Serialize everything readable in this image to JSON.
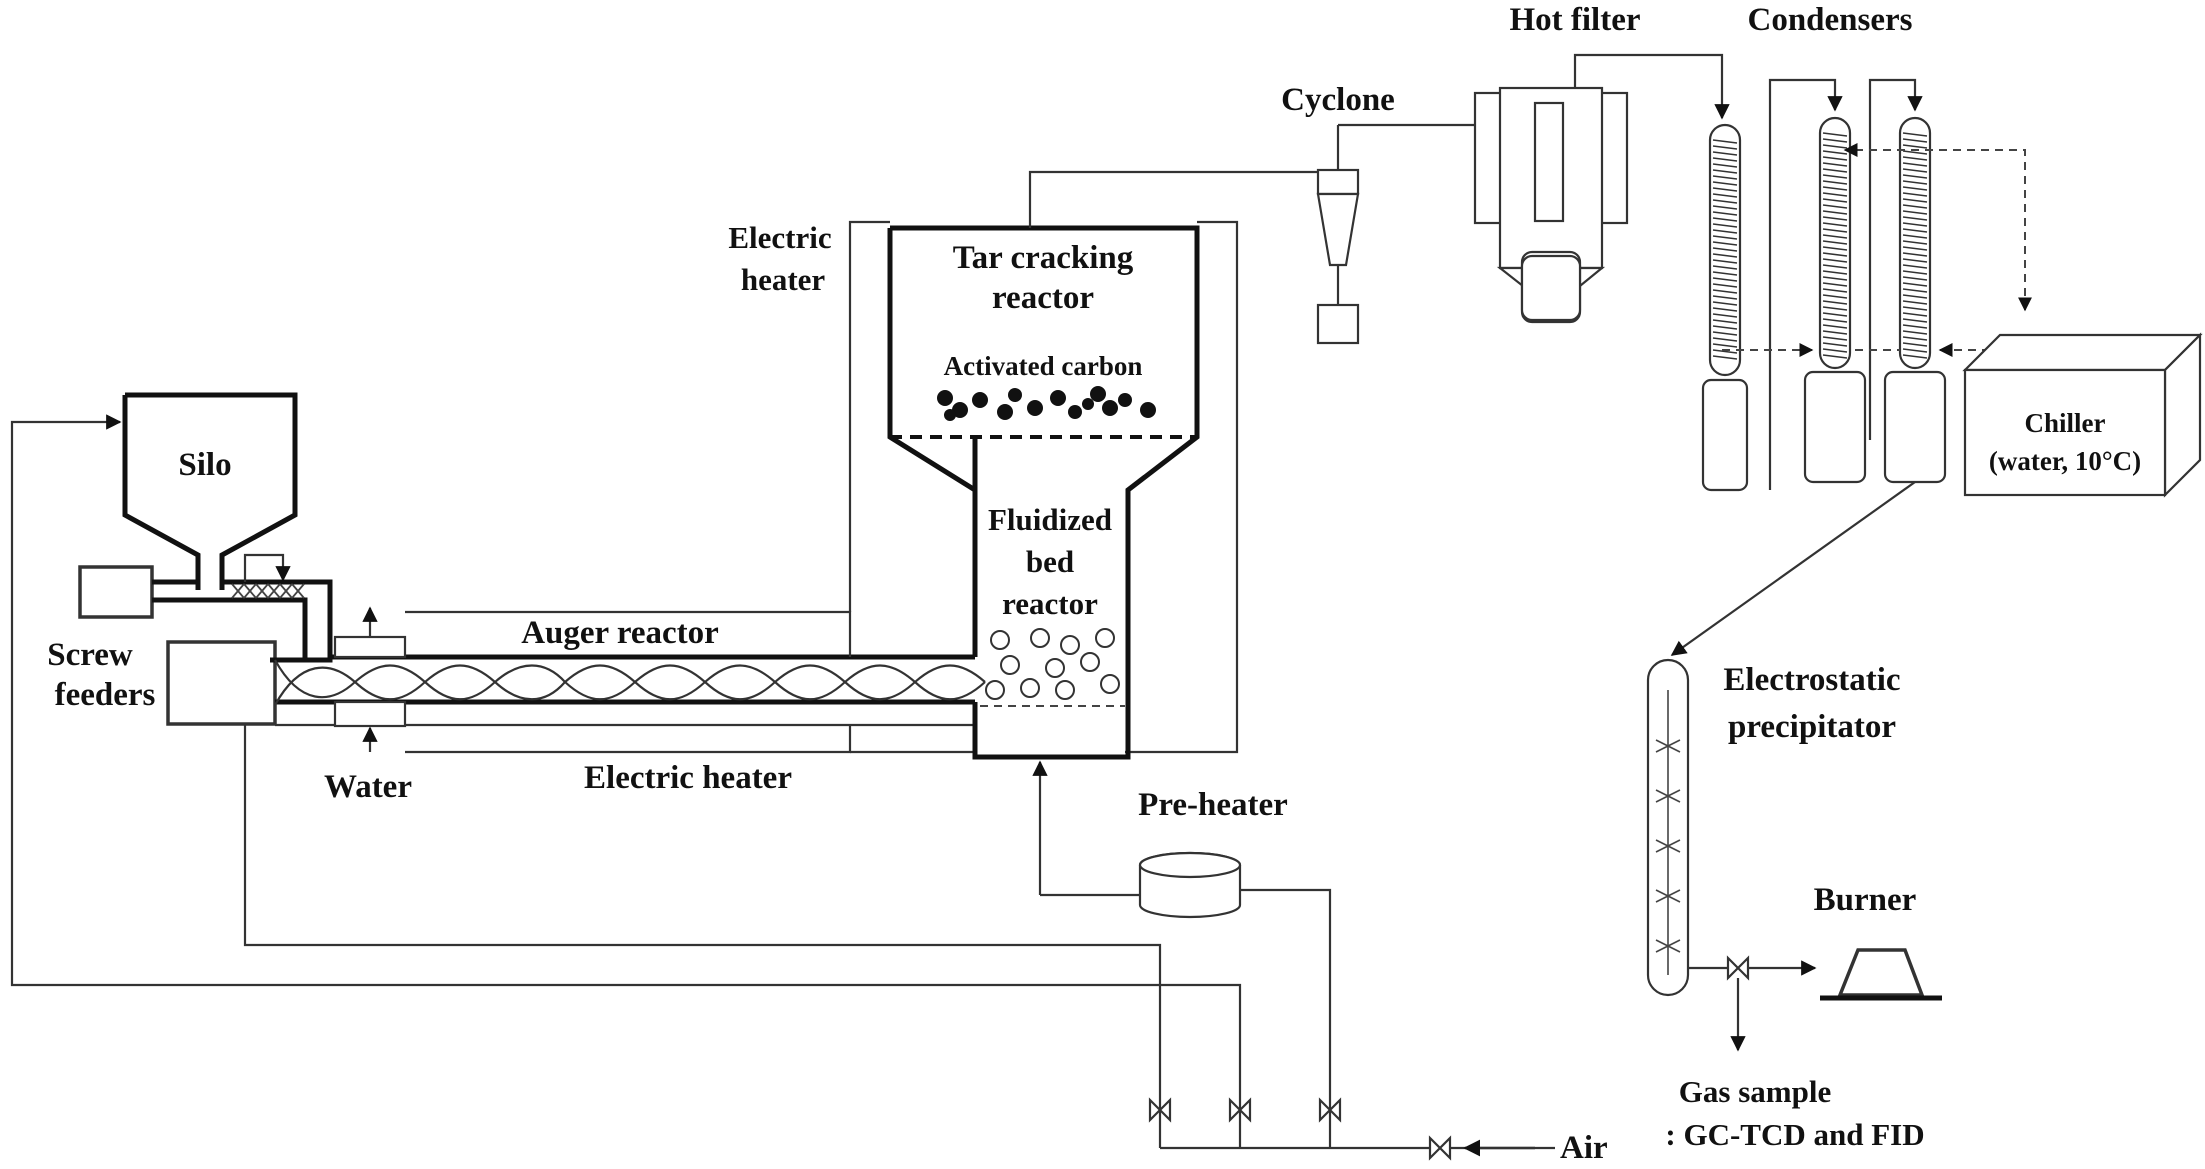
{
  "labels": {
    "silo": "Silo",
    "screw_feeders_1": "Screw",
    "screw_feeders_2": "feeders",
    "water": "Water",
    "auger_reactor": "Auger reactor",
    "electric_heater_bottom": "Electric heater",
    "electric_heater_side_1": "Electric",
    "electric_heater_side_2": "heater",
    "tar_cracking_1": "Tar cracking",
    "tar_cracking_2": "reactor",
    "activated_carbon": "Activated carbon",
    "fluidized_1": "Fluidized",
    "fluidized_2": "bed",
    "fluidized_3": "reactor",
    "cyclone": "Cyclone",
    "hot_filter": "Hot filter",
    "condensers": "Condensers",
    "chiller_1": "Chiller",
    "chiller_2": "(water, 10°C)",
    "electrostatic_1": "Electrostatic",
    "electrostatic_2": "precipitator",
    "burner": "Burner",
    "gas_sample_1": "Gas sample",
    "gas_sample_2": ": GC-TCD and FID",
    "pre_heater": "Pre-heater",
    "air": "Air"
  }
}
